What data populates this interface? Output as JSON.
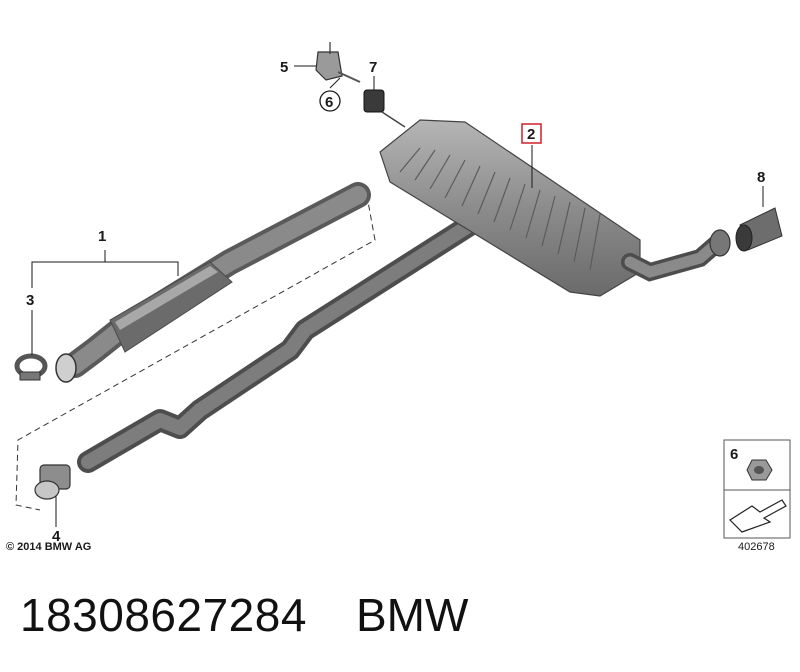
{
  "callouts": {
    "c1": "1",
    "c2": "2",
    "c3": "3",
    "c4": "4",
    "c5": "5",
    "c6": "6",
    "c7": "7",
    "c8": "8"
  },
  "legend": {
    "num": "6"
  },
  "footer": {
    "copyright": "© 2014 BMW AG",
    "ref": "402678",
    "part_number": "18308627284",
    "brand": "BMW"
  },
  "colors": {
    "pipe": "#6f6f6f",
    "muffler": "#8a8a8a",
    "highlight": "#d0202a"
  }
}
